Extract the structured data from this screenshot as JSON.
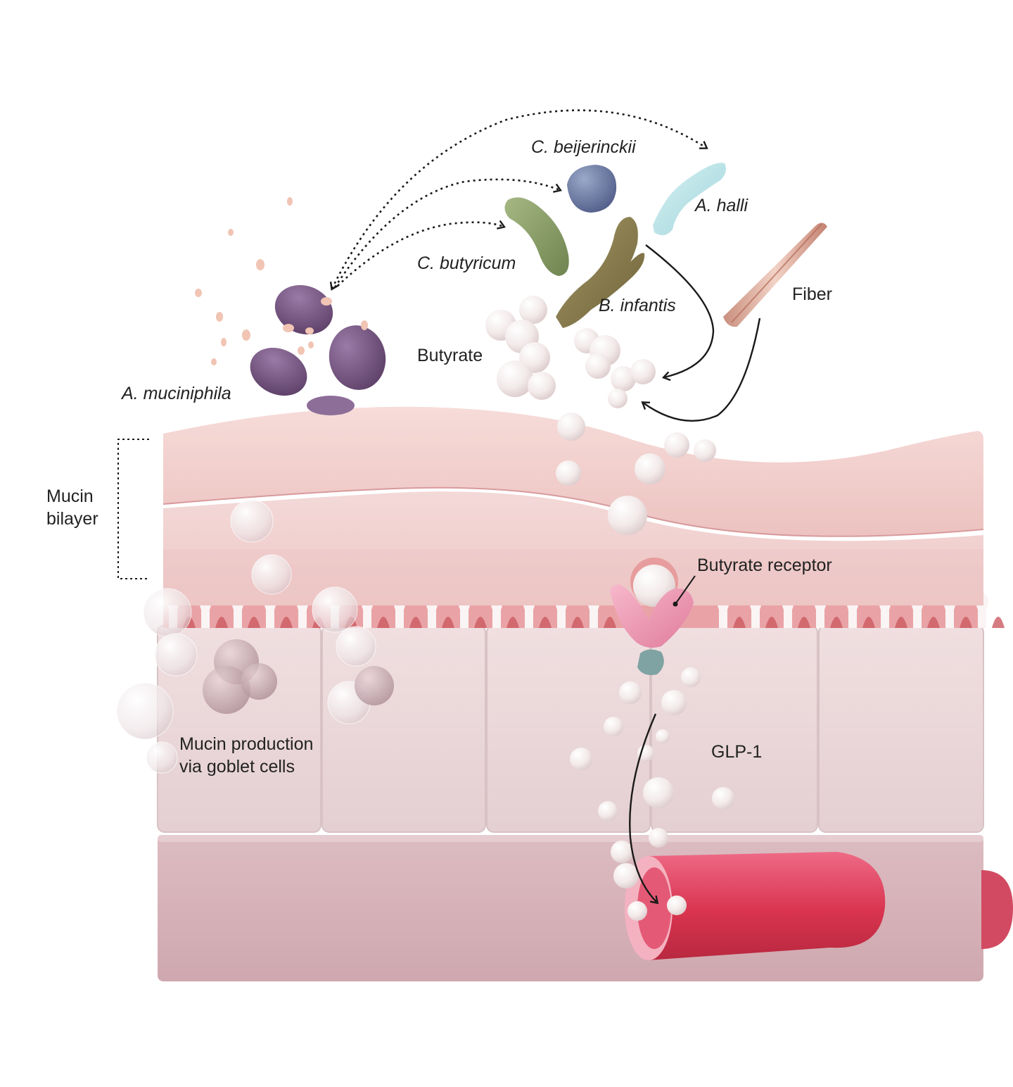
{
  "diagram": {
    "title": "Gut microbiome butyrate and GLP-1 pathway",
    "colors": {
      "mucin_layer": "#f0cfcd",
      "epithelium": "#ecd6d8",
      "submucosa": "#d8b4ba",
      "blood_vessel": "#e0405e",
      "butyrate_bead": "#f6eeee",
      "arrow": "#1a1a1a"
    },
    "organisms": [
      {
        "id": "a-muciniphila",
        "label": "A. muciniphila",
        "color": "#6e4f7a"
      },
      {
        "id": "c-butyricum",
        "label": "C. butyricum",
        "color": "#8fa36a"
      },
      {
        "id": "c-beijerinckii",
        "label": "C. beijerinckii",
        "color": "#6a7ca3"
      },
      {
        "id": "a-halli",
        "label": "A. halli",
        "color": "#b6e2e6"
      },
      {
        "id": "b-infantis",
        "label": "B. infantis",
        "color": "#8a7d50"
      }
    ],
    "labels": {
      "fiber": "Fiber",
      "butyrate": "Butyrate",
      "mucin_bilayer": "Mucin\nbilayer",
      "butyrate_receptor": "Butyrate receptor",
      "mucin_production": "Mucin production\nvia goblet cells",
      "glp1": "GLP-1"
    },
    "relations": [
      {
        "from": "A. muciniphila",
        "to": "A. halli",
        "style": "dotted"
      },
      {
        "from": "A. muciniphila",
        "to": "C. beijerinckii",
        "style": "dotted"
      },
      {
        "from": "A. muciniphila",
        "to": "C. butyricum",
        "style": "dotted"
      },
      {
        "from": "B. infantis",
        "to": "Butyrate",
        "style": "solid"
      },
      {
        "from": "Fiber",
        "to": "Butyrate",
        "style": "solid"
      },
      {
        "from": "GLP-1",
        "to": "Blood vessel",
        "style": "solid"
      }
    ]
  }
}
